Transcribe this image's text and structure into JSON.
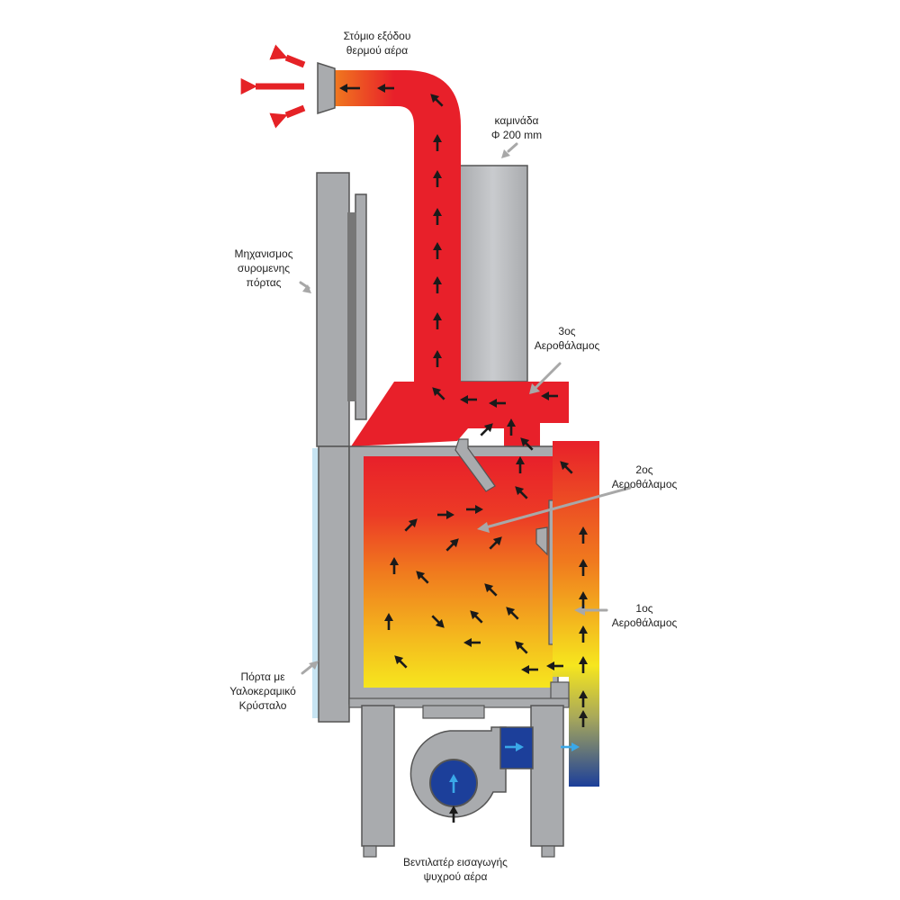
{
  "labels": {
    "hot_air_outlet": [
      "Στόμιο εξόδου",
      "θερμού αέρα"
    ],
    "chimney": [
      "καμινάδα",
      "Φ 200 mm"
    ],
    "sliding_door": [
      "Μηχανισμος",
      "συρομενης",
      "πόρτας"
    ],
    "air_chamber_3": [
      "3ος",
      "Αεροθάλαμος"
    ],
    "air_chamber_2": [
      "2ος",
      "Αεροθάλαμος"
    ],
    "air_chamber_1": [
      "1ος",
      "Αεροθάλαμος"
    ],
    "ceramic_glass_door": [
      "Πόρτα με",
      "Υαλοκεραμικό",
      "Κρύσταλο"
    ],
    "intake_fan": [
      "Βεντιλατέρ εισαγωγής",
      "ψυχρού αέρα"
    ]
  },
  "colors": {
    "hot_red": "#e8202a",
    "warm_orange": "#f07a1e",
    "flame_yellow": "#f6e61e",
    "cold_blue": "#1c3f9a",
    "steel_gray": "#a9abae",
    "dark_outline": "#555555",
    "outflow_arrow": "#e52226",
    "flow_arrow": "#1a1a1a",
    "cold_arrow": "#3aa8e8",
    "pointer_gray": "#a8a8a8"
  }
}
